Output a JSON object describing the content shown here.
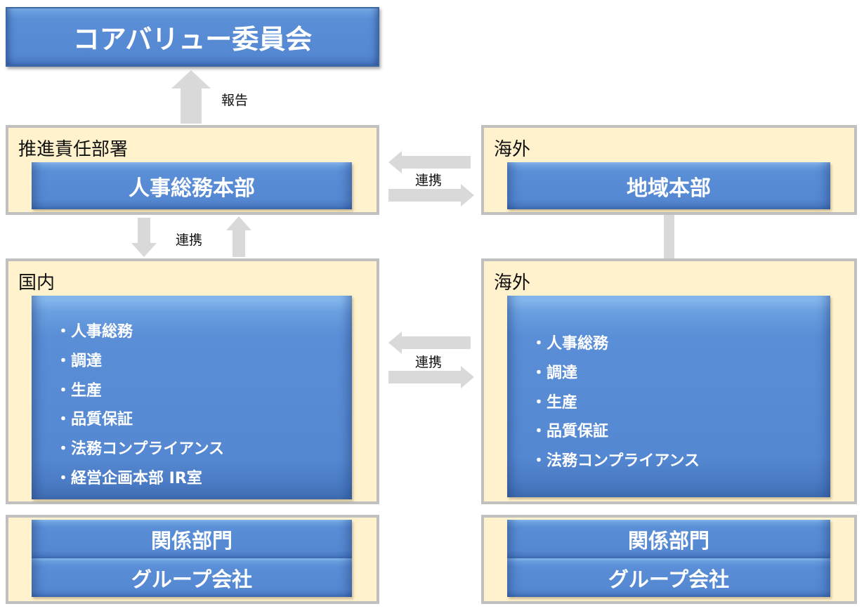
{
  "top_committee": "コアバリュー委員会",
  "report_label": "報告",
  "link_label": "連携",
  "responsible": {
    "title": "推進責任部署",
    "unit": "人事総務本部"
  },
  "overseas_hq": {
    "title": "海外",
    "unit": "地域本部"
  },
  "domestic": {
    "title": "国内",
    "items": [
      "・人事総務",
      "・調達",
      "・生産",
      "・品質保証",
      "・法務コンプライアンス",
      "・経営企画本部 IR室"
    ]
  },
  "overseas": {
    "title": "海外",
    "items": [
      "・人事総務",
      "・調達",
      "・生産",
      "・品質保証",
      "・法務コンプライアンス"
    ]
  },
  "bottom_left": {
    "related": "関係部門",
    "group": "グループ会社"
  },
  "bottom_right": {
    "related": "関係部門",
    "group": "グループ会社"
  },
  "colors": {
    "box_blue": "#5588D2",
    "frame_fill": "#FFF2CC",
    "frame_border": "#C0C0C0",
    "arrow": "#D9D9D9"
  }
}
